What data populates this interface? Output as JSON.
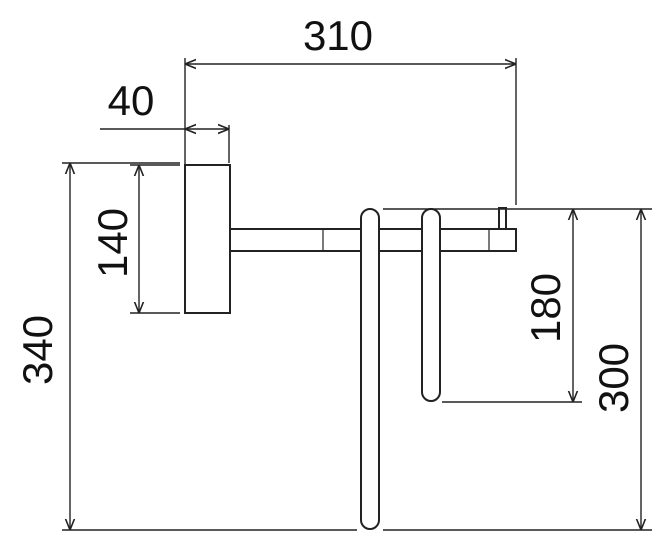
{
  "dimensions": {
    "width_total": "310",
    "plate_depth": "40",
    "plate_height": "140",
    "overall_height": "340",
    "short_bar_height": "180",
    "long_bar_height": "300"
  },
  "colors": {
    "line": "#222222",
    "background": "#ffffff"
  }
}
